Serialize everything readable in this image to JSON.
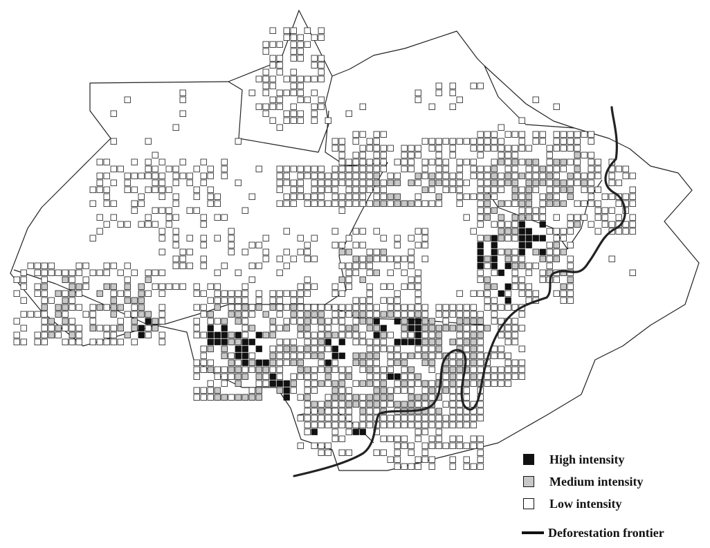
{
  "legend": {
    "high": {
      "label": "High intensity",
      "color": "#111111"
    },
    "medium": {
      "label": "Medium intensity",
      "color": "#c8c8c8"
    },
    "low": {
      "label": "Low intensity",
      "color": "#ffffff"
    },
    "frontier": {
      "label": "Deforestation frontier",
      "color": "#222222"
    }
  },
  "colors": {
    "boundary": "#222222",
    "cell_stroke": "#1a1a1a"
  }
}
